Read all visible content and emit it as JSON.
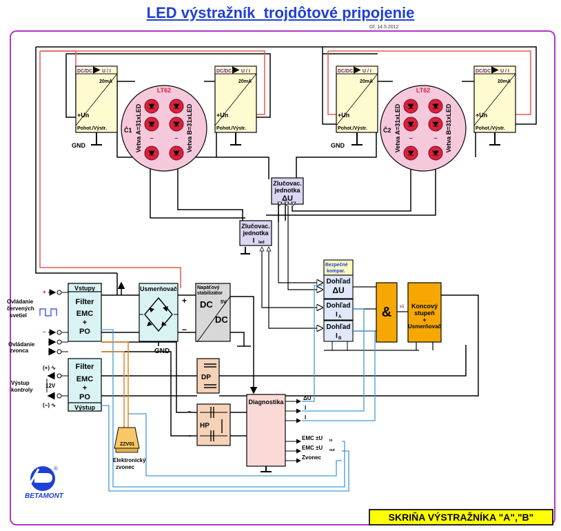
{
  "title": "LED výstražník  trojdôtové pripojenie",
  "date": "Gf.   14.5.2012",
  "footer": "SKRIŇA VÝSTRAŽNÍKA   \"A\",\"B\"",
  "logo_text": "BETAMONT",
  "logo_mark": "®",
  "converter": {
    "header": "DC/DC",
    "out": "U / I",
    "current": "20mA",
    "plus": "+Un",
    "mode": "Pohot./Výstr."
  },
  "gnd": "GND",
  "lamp": {
    "type": "LT62",
    "c1": "Č1",
    "c2": "Č2",
    "branch_a": "Vetva A=31xLED",
    "branch_b": "Vetva B=31xLED"
  },
  "merger_u": {
    "line1": "Zlučovac.",
    "line2": "jednotka",
    "sym": "ΔU"
  },
  "merger_i": {
    "line1": "Zlučovac.",
    "line2": "jednotka",
    "sym": "I",
    "sub": "led"
  },
  "input_block": {
    "header": "Vstupy",
    "l1": "Filter",
    "l2": "EMC",
    "l3": "+",
    "l4": "PO"
  },
  "output_block": {
    "header": "Výstup",
    "l1": "Filter",
    "l2": "EMC",
    "l3": "+",
    "l4": "PO"
  },
  "labels": {
    "ctrl_red": [
      "Ovládanie",
      "červených",
      "svetiel"
    ],
    "ctrl_bell": [
      "Ovládanie",
      "zvonca"
    ],
    "out_ctrl": [
      "Výstup",
      "kontroly"
    ],
    "plus_ac": "(+) ∿",
    "minus_ac": "(−) ∿",
    "v12": "12V",
    "zzv": "ZZV01",
    "bell": [
      "Elektronický",
      "zvonec"
    ]
  },
  "rectifier": {
    "label": "Usmerňovač",
    "plus": "+",
    "minus": "−"
  },
  "supply": {
    "label": [
      "Napäťový",
      "stabilizátor"
    ],
    "dc1": "DC",
    "dc2": "DC",
    "v": "5V"
  },
  "comparators": {
    "header": [
      "Bezpečné",
      "kompar."
    ],
    "u": [
      "Dohľad",
      "ΔU"
    ],
    "ia": [
      "Dohľad",
      "I",
      "A"
    ],
    "ib": [
      "Dohľad",
      "I",
      "B"
    ]
  },
  "and_gate": "&",
  "final_stage": [
    "Koncový",
    "stupeň",
    "+",
    "Usmerňovač"
  ],
  "ge": "≥1",
  "dp": "DP",
  "hp": "HP",
  "diag": {
    "title": "Diagnostika",
    "sig_u": "ΔU",
    "sig_ia": "I",
    "sig_ib": "I",
    "emc1": "EMC  ±U",
    "emc1_sub": "in",
    "emc2": "EMC  ±U",
    "emc2_sub": "out",
    "bell": "Zvonec"
  },
  "tilde": "~",
  "colors": {
    "wire": "#000000",
    "power": "#e8564e",
    "signal": "#3f9ad8",
    "bell": "#e98a2c",
    "module": "#fffbd0",
    "lamp": "#f6c8dc",
    "led": "#d8223c",
    "merger": "#dcd6f4",
    "block": "#d9f3f4",
    "comparator": "#dfe9fb",
    "comp_header": "#fcfac0",
    "gate": "#f7a800",
    "filter_box": "#f6d2b8",
    "diag": "#fadad6",
    "footer": "#ffff00",
    "title": "#1f3fd6"
  }
}
